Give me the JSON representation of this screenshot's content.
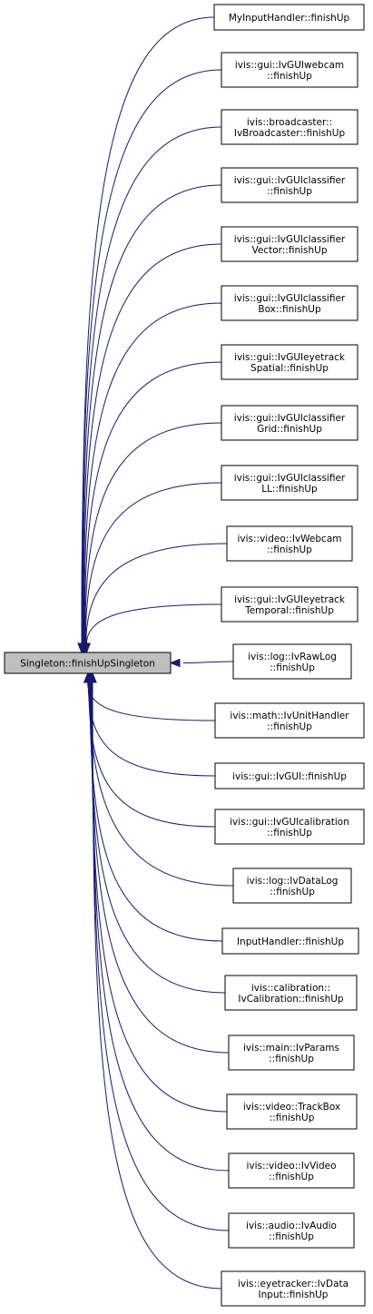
{
  "root": {
    "label": "Singleton::finishUpSingleton"
  },
  "callers": [
    {
      "lines": [
        "MyInputHandler::finishUp"
      ]
    },
    {
      "lines": [
        "ivis::gui::IvGUIwebcam",
        "::finishUp"
      ]
    },
    {
      "lines": [
        "ivis::broadcaster::",
        "IvBroadcaster::finishUp"
      ]
    },
    {
      "lines": [
        "ivis::gui::IvGUIclassifier",
        "::finishUp"
      ]
    },
    {
      "lines": [
        "ivis::gui::IvGUIclassifier",
        "Vector::finishUp"
      ]
    },
    {
      "lines": [
        "ivis::gui::IvGUIclassifier",
        "Box::finishUp"
      ]
    },
    {
      "lines": [
        "ivis::gui::IvGUIeyetrack",
        "Spatial::finishUp"
      ]
    },
    {
      "lines": [
        "ivis::gui::IvGUIclassifier",
        "Grid::finishUp"
      ]
    },
    {
      "lines": [
        "ivis::gui::IvGUIclassifier",
        "LL::finishUp"
      ]
    },
    {
      "lines": [
        "ivis::video::IvWebcam",
        "::finishUp"
      ]
    },
    {
      "lines": [
        "ivis::gui::IvGUIeyetrack",
        "Temporal::finishUp"
      ]
    },
    {
      "lines": [
        "ivis::log::IvRawLog",
        "::finishUp"
      ]
    },
    {
      "lines": [
        "ivis::math::IvUnitHandler",
        "::finishUp"
      ]
    },
    {
      "lines": [
        "ivis::gui::IvGUI::finishUp"
      ]
    },
    {
      "lines": [
        "ivis::gui::IvGUIcalibration",
        "::finishUp"
      ]
    },
    {
      "lines": [
        "ivis::log::IvDataLog",
        "::finishUp"
      ]
    },
    {
      "lines": [
        "InputHandler::finishUp"
      ]
    },
    {
      "lines": [
        "ivis::calibration::",
        "IvCalibration::finishUp"
      ]
    },
    {
      "lines": [
        "ivis::main::IvParams",
        "::finishUp"
      ]
    },
    {
      "lines": [
        "ivis::video::TrackBox",
        "::finishUp"
      ]
    },
    {
      "lines": [
        "ivis::video::IvVideo",
        "::finishUp"
      ]
    },
    {
      "lines": [
        "ivis::audio::IvAudio",
        "::finishUp"
      ]
    },
    {
      "lines": [
        "ivis::eyetracker::IvData",
        "Input::finishUp"
      ]
    }
  ]
}
